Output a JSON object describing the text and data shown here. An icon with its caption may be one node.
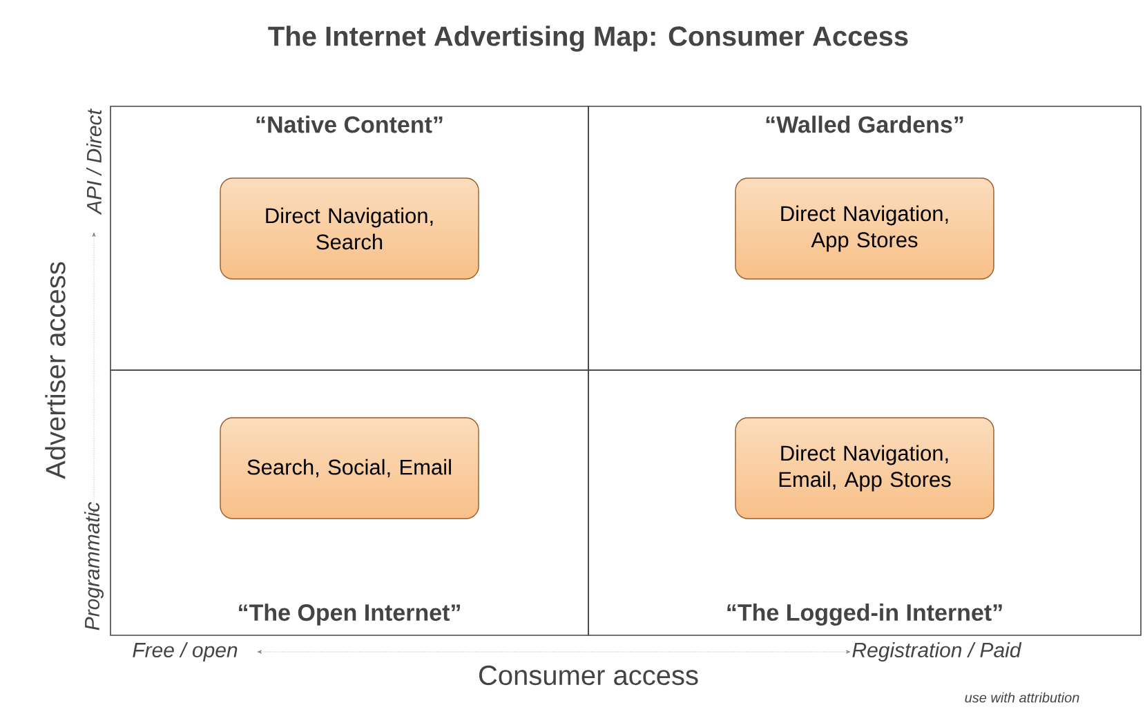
{
  "diagram": {
    "title": "The Internet Advertising Map: Consumer Access",
    "nodes": [
      {
        "text": [
          "“Native Content”"
        ]
      },
      {
        "text": [
          "“Walled Gardens”"
        ]
      },
      {
        "text": [
          "“The Open Internet”"
        ]
      },
      {
        "text": [
          "“The Logged-in Internet”"
        ]
      },
      {
        "text": [
          "Direct Navigation, Search"
        ],
        "in": 0
      },
      {
        "text": [
          "Direct Navigation, App Stores"
        ],
        "in": 1
      },
      {
        "text": [
          "Search, Social, Email"
        ],
        "in": 2
      },
      {
        "text": [
          "Direct Navigation, Email, App Stores"
        ],
        "in": 3
      }
    ],
    "edges": [],
    "labels": [
      "API / Direct",
      "Programmatic",
      "Advertiser access",
      "Free / open",
      "Registration / Paid",
      "Consumer access",
      "use with attribution"
    ]
  }
}
